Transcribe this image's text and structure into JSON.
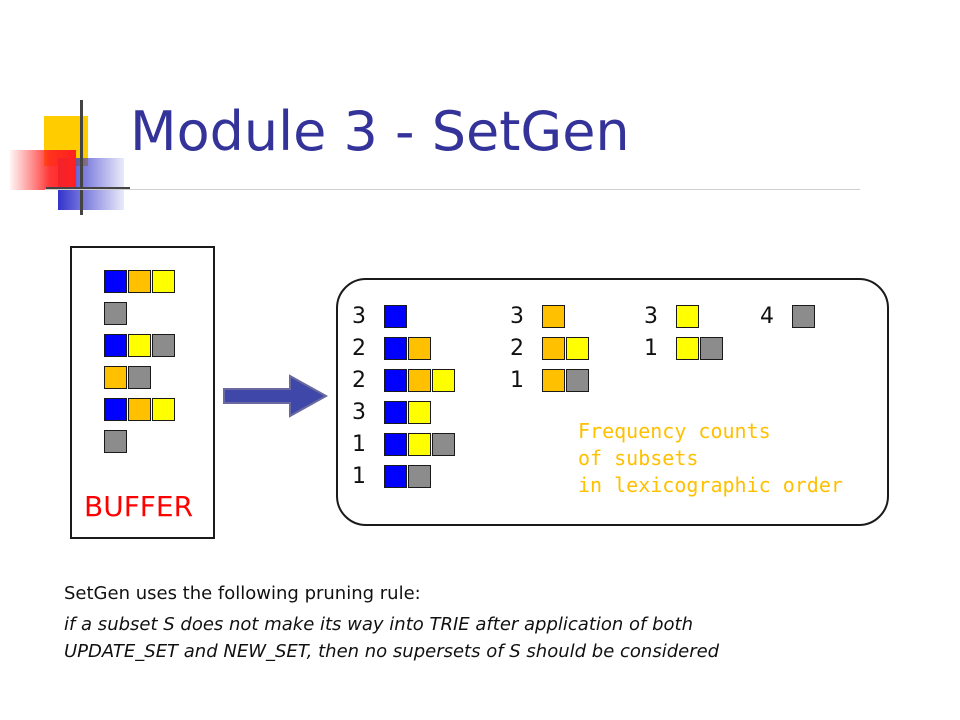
{
  "slide": {
    "title": "Module 3 - SetGen"
  },
  "colors": {
    "title": "#333399",
    "blue": "#0000ff",
    "orange": "#ffc000",
    "yellow": "#ffff00",
    "gray": "#8c8c8c",
    "buffer_label": "#ff0000",
    "note": "#ffc000",
    "arrow": "#3f48a8"
  },
  "buffer": {
    "label": "BUFFER",
    "rows": [
      [
        "blue",
        "orange",
        "yellow"
      ],
      [
        "gray"
      ],
      [
        "blue",
        "yellow",
        "gray"
      ],
      [
        "orange",
        "gray"
      ],
      [
        "blue",
        "orange",
        "yellow"
      ],
      [
        "gray"
      ]
    ]
  },
  "counts": {
    "columns": [
      {
        "entries": [
          {
            "count": "3",
            "items": [
              "blue"
            ]
          },
          {
            "count": "2",
            "items": [
              "blue",
              "orange"
            ]
          },
          {
            "count": "2",
            "items": [
              "blue",
              "orange",
              "yellow"
            ]
          },
          {
            "count": "3",
            "items": [
              "blue",
              "yellow"
            ]
          },
          {
            "count": "1",
            "items": [
              "blue",
              "yellow",
              "gray"
            ]
          },
          {
            "count": "1",
            "items": [
              "blue",
              "gray"
            ]
          }
        ]
      },
      {
        "entries": [
          {
            "count": "3",
            "items": [
              "orange"
            ]
          },
          {
            "count": "2",
            "items": [
              "orange",
              "yellow"
            ]
          },
          {
            "count": "1",
            "items": [
              "orange",
              "gray"
            ]
          }
        ]
      },
      {
        "entries": [
          {
            "count": "3",
            "items": [
              "yellow"
            ]
          },
          {
            "count": "1",
            "items": [
              "yellow",
              "gray"
            ]
          }
        ]
      },
      {
        "entries": [
          {
            "count": "4",
            "items": [
              "gray"
            ]
          }
        ]
      }
    ],
    "note_lines": [
      "Frequency counts",
      "of subsets",
      "in lexicographic order"
    ]
  },
  "pruning": {
    "intro": "SetGen uses the following pruning rule:",
    "rule_lines": [
      "if a subset S does not make its way into TRIE after application of both",
      "UPDATE_SET and NEW_SET, then no supersets of S should be considered"
    ]
  }
}
